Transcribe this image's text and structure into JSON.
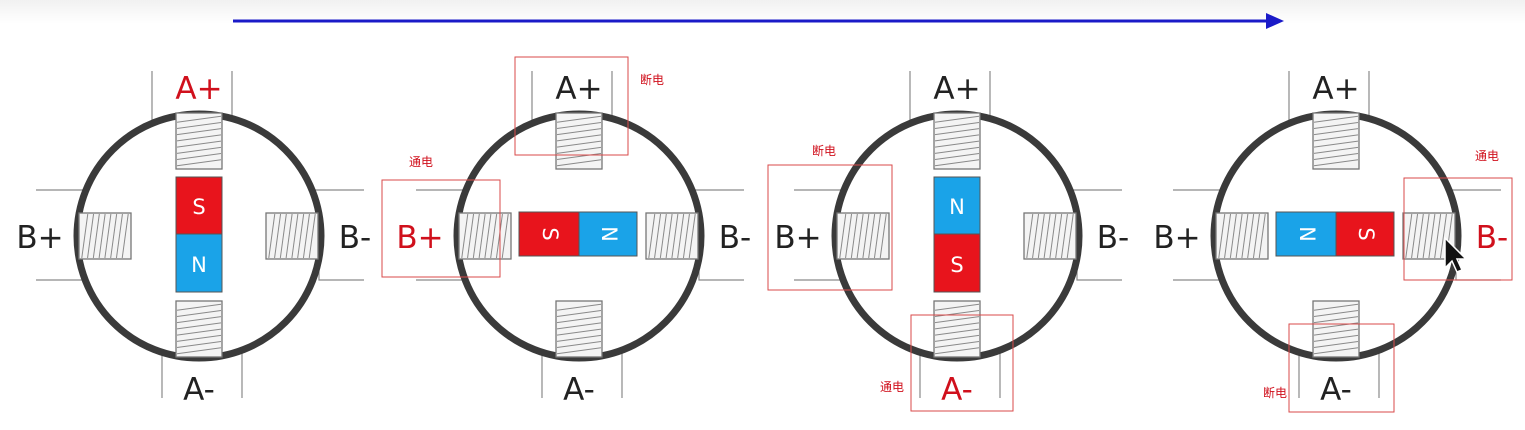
{
  "colors": {
    "active": "#d0101c",
    "text": "#222222",
    "ring": "#3a3a3a",
    "arrow": "#1a1ac8",
    "south": "#e8141c",
    "north": "#1aa3e8",
    "highlight_box": "#d94a4a",
    "coil_stroke": "#777777"
  },
  "timeline_arrow": {
    "icon": "right-arrow-icon"
  },
  "motors": [
    {
      "labels": {
        "a_plus": "A+",
        "a_minus": "A-",
        "b_plus": "B+",
        "b_minus": "B-"
      },
      "active_label": "a_plus",
      "rotor": {
        "orientation": "vertical",
        "first_pole": "S",
        "second_pole": "N"
      },
      "notes": []
    },
    {
      "labels": {
        "a_plus": "A+",
        "a_minus": "A-",
        "b_plus": "B+",
        "b_minus": "B-"
      },
      "active_label": "b_plus",
      "rotor": {
        "orientation": "horizontal",
        "first_pole": "S",
        "second_pole": "N"
      },
      "notes": [
        {
          "text": "断电",
          "target": "a_plus"
        },
        {
          "text": "通电",
          "target": "b_plus"
        }
      ]
    },
    {
      "labels": {
        "a_plus": "A+",
        "a_minus": "A-",
        "b_plus": "B+",
        "b_minus": "B-"
      },
      "active_label": "a_minus",
      "rotor": {
        "orientation": "vertical",
        "first_pole": "N",
        "second_pole": "S"
      },
      "notes": [
        {
          "text": "断电",
          "target": "b_plus"
        },
        {
          "text": "通电",
          "target": "a_minus"
        }
      ]
    },
    {
      "labels": {
        "a_plus": "A+",
        "a_minus": "A-",
        "b_plus": "B+",
        "b_minus": "B-"
      },
      "active_label": "b_minus",
      "rotor": {
        "orientation": "horizontal",
        "first_pole": "N",
        "second_pole": "S"
      },
      "notes": [
        {
          "text": "通电",
          "target": "b_minus"
        },
        {
          "text": "断电",
          "target": "a_minus"
        }
      ]
    }
  ]
}
